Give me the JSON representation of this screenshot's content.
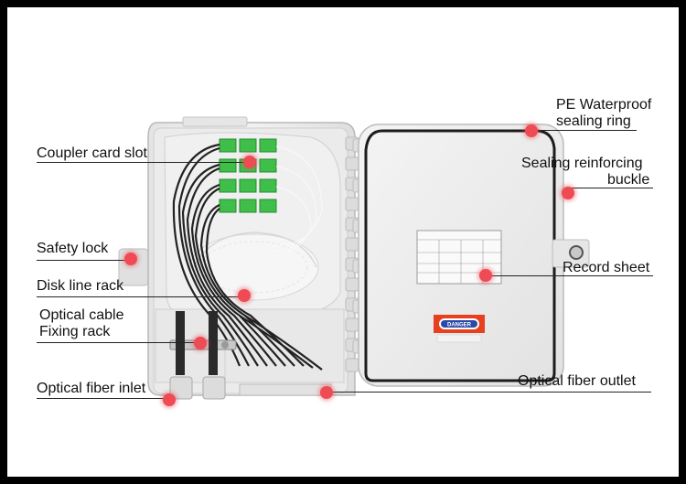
{
  "labels": {
    "coupler_card_slot": "Coupler card slot",
    "safety_lock": "Safety lock",
    "disk_line_rack": "Disk line rack",
    "optical_cable_line1": "Optical cable",
    "optical_cable_line2": "Fixing rack",
    "optical_fiber_inlet": "Optical fiber inlet",
    "pe_waterproof_line1": "PE Waterproof",
    "pe_waterproof_line2": "sealing ring",
    "sealing_buckle_line1": "Sealing reinforcing",
    "sealing_buckle_line2": "buckle",
    "record_sheet": "Record sheet",
    "optical_fiber_outlet": "Optical fiber outlet",
    "danger_sticker": "DANGER"
  },
  "colors": {
    "hotspot": "#ee4b55",
    "adapter": "#3fbf4a",
    "danger": "#e8401f",
    "box": "#ececec"
  }
}
